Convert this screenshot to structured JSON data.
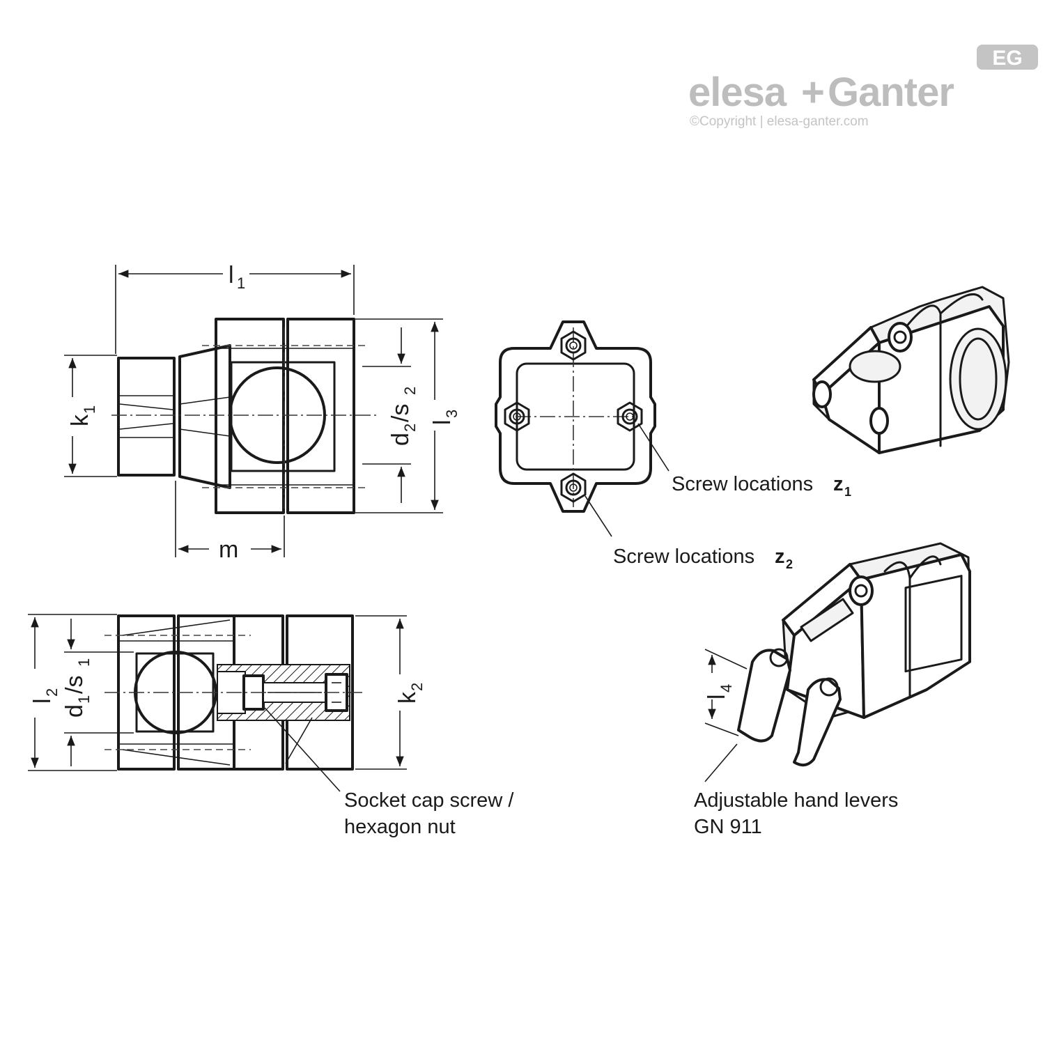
{
  "brand": {
    "name_left": "elesa",
    "name_plus": "+",
    "name_right": "Ganter",
    "copyright": "©Copyright | elesa-ganter.com",
    "logo": "EG"
  },
  "dimensions": {
    "l1": {
      "main": "l",
      "sub": "1"
    },
    "k1": {
      "main": "k",
      "sub": "1"
    },
    "d2s2": {
      "main1": "d",
      "sub1": "2",
      "slash": "/s",
      "sub2": "2"
    },
    "l3": {
      "main": "l",
      "sub": "3"
    },
    "m": {
      "main": "m"
    },
    "l2": {
      "main": "l",
      "sub": "2"
    },
    "d1s1": {
      "main1": "d",
      "sub1": "1",
      "slash": "/s",
      "sub2": "1"
    },
    "k2": {
      "main": "k",
      "sub": "2"
    },
    "l4": {
      "main": "l",
      "sub": "4"
    }
  },
  "labels": {
    "screw_z1": {
      "text": "Screw locations ",
      "var": "z",
      "sub": "1"
    },
    "screw_z2": {
      "text": "Screw locations ",
      "var": "z",
      "sub": "2"
    },
    "socket_line1": "Socket cap screw /",
    "socket_line2": "hexagon nut",
    "levers_line1": "Adjustable hand levers",
    "levers_line2": "GN 911"
  },
  "colors": {
    "line": "#1a1a1a",
    "brand_grey": "#bdbdbd"
  }
}
